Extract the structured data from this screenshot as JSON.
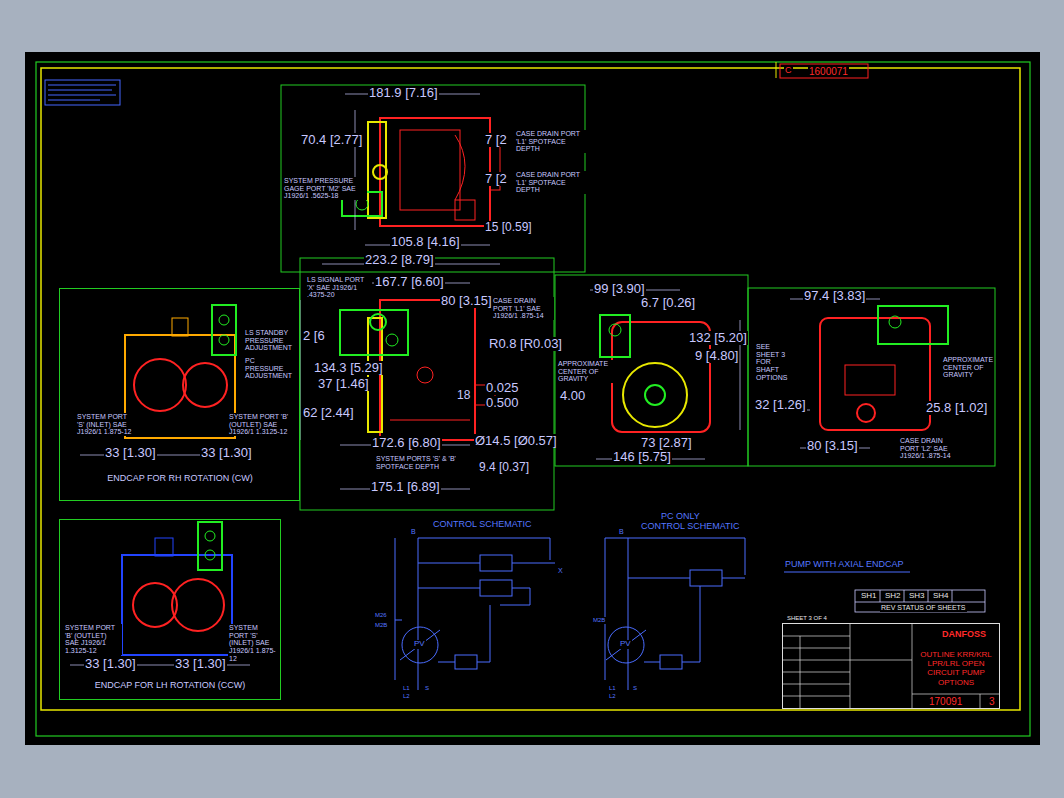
{
  "diagram": {
    "nodes": [
      {
        "text": [
          "ENDCAP FOR RH ROTATION (CW)"
        ]
      },
      {
        "text": [
          "ENDCAP FOR LH ROTATION (CCW)"
        ]
      },
      {
        "text": [
          "DANFOSS",
          "OUTLINE KRR/KRL LPR/LRL OPEN CIRCUIT PUMP OPTIONS"
        ]
      }
    ],
    "labels": [
      "181.9 [7.16]",
      "70.4 [2.77]",
      "7 [2",
      "CASE DRAIN PORT 'L1' SPOTFACE DEPTH",
      "7 [2",
      "CASE DRAIN PORT 'L1' SPOTFACE DEPTH",
      "SYSTEM PRESSURE GAGE PORT 'M2' SAE J1926/1 .5625-18",
      "15 [0.59]",
      "105.8 [4.16]",
      "223.2 [8.79]",
      "LS SIGNAL PORT 'X' SAE J1926/1 .4375-20",
      "167.7 [6.60]",
      "80 [3.15]",
      "CASE DRAIN PORT 'L1' SAE J1926/1 .875-14",
      "2 [6",
      "R0.8 [R0.03]",
      "134.3 [5.29]",
      "37 [1.46]",
      "18",
      "0.025",
      "0.500",
      "62 [2.44]",
      "172.6 [6.80]",
      "Ø14.5 [Ø0.57]",
      "SYSTEM PORTS 'S' & 'B' SPOTFACE DEPTH",
      "9.4 [0.37]",
      "175.1 [6.89]",
      "99 [3.90]",
      "6.7 [0.26]",
      "132 [5.20]",
      "9 [4.80]",
      "APPROXIMATE CENTER OF GRAVITY",
      "4.00",
      "73 [2.87]",
      "146 [5.75]",
      "97.4 [3.83]",
      "SEE SHEET 3 FOR SHAFT OPTIONS",
      "APPROXIMATE CENTER OF GRAVITY",
      "32 [1.26]",
      "25.8 [1.02]",
      "80 [3.15]",
      "CASE DRAIN PORT 'L2' SAE J1926/1 .875-14",
      "LS STANDBY PRESSURE ADJUSTMENT",
      "PC PRESSURE ADJUSTMENT",
      "SYSTEM PORT 'S' (INLET) SAE J1926/1 1.875-12",
      "SYSTEM PORT 'B' (OUTLET) SAE J1926/1 1.3125-12",
      "33 [1.30]",
      "33 [1.30]",
      "SYSTEM PORT 'B' (OUTLET) SAE J1926/1 1.3125-12",
      "SYSTEM PORT 'S' (INLET) SAE J1926/1 1.875-12",
      "33 [1.30]",
      "33 [1.30]",
      "CONTROL SCHEMATIC",
      "PC ONLY",
      "CONTROL SCHEMATIC",
      "B",
      "X",
      "M26",
      "M2B",
      "PV",
      "L1",
      "L2",
      "S",
      "B",
      "M2B",
      "PV",
      "L1",
      "L2",
      "S",
      "PUMP WITH AXIAL ENDCAP",
      "SH1",
      "SH2",
      "SH3",
      "SH4",
      "REV STATUS OF SHEETS",
      "SHEET 3 OF 4",
      "C",
      "1600071",
      "170091",
      "3"
    ]
  }
}
